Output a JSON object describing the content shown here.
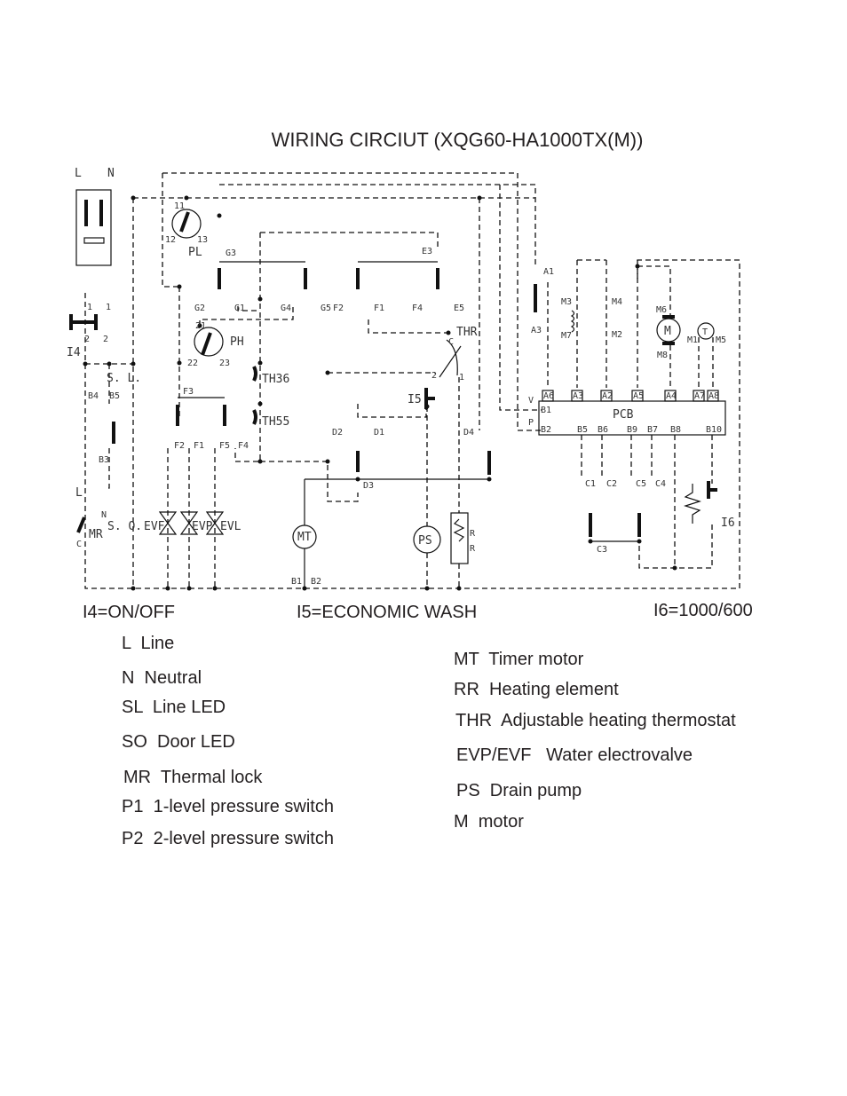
{
  "title": "WIRING CIRCIUT (XQG60-HA1000TX(M))",
  "diagram": {
    "labels": {
      "l_top": "L",
      "n_top": "N",
      "i1": "11",
      "i2": "12",
      "i3": "13",
      "pl": "PL",
      "g3": "G3",
      "e3": "E3",
      "g2": "G2",
      "g1": "G1",
      "g4": "G4",
      "g5": "G5",
      "f2a": "F2",
      "f1a": "F1",
      "f4a": "F4",
      "e5": "E5",
      "p21": "21",
      "p22": "22",
      "p23": "23",
      "ph": "PH",
      "thr": "THR",
      "thr_c": "C",
      "thr_2": "2",
      "thr_1": "1",
      "th36": "TH36",
      "th55": "TH55",
      "sl": "S. L.",
      "i4": "I4",
      "i4_1a": "1",
      "i4_1b": "1",
      "i4_2a": "2",
      "i4_2b": "2",
      "b4": "B4",
      "b5": "B5",
      "b3": "B3",
      "f3": "F3",
      "f2": "F2",
      "f1": "F1",
      "f5": "F5",
      "f4": "F4",
      "d2": "D2",
      "d1": "D1",
      "d4": "D4",
      "d3": "D3",
      "i5": "I5",
      "mr_l": "L",
      "mr_n": "N",
      "mr": "MR",
      "mr_c": "C",
      "so": "S. O.",
      "evf": "EVF",
      "evp": "EVP",
      "evl": "EVL",
      "mt": "MT",
      "ps": "PS",
      "rr_r1": "R",
      "rr_r2": "R",
      "b1": "B1",
      "b2": "B2",
      "a1": "A1",
      "a3": "A3",
      "m3": "M3",
      "m7": "M7",
      "m4": "M4",
      "m2": "M2",
      "m6": "M6",
      "m8": "M8",
      "motor": "M",
      "m1": "M1",
      "tacho": "T",
      "m5": "M5",
      "pcb": "PCB",
      "v": "V",
      "p": "P",
      "pin_a6": "A6",
      "pin_a3": "A3",
      "pin_a2": "A2",
      "pin_a5": "A5",
      "pin_a4": "A4",
      "pin_a7": "A7",
      "pin_a8": "A8",
      "pcb_b1": "B1",
      "pcb_b2": "B2",
      "pcb_b5": "B5",
      "pcb_b6": "B6",
      "pcb_b9": "B9",
      "pcb_b7": "B7",
      "pcb_b8": "B8",
      "pcb_b10": "B10",
      "c1": "C1",
      "c2": "C2",
      "c5": "C5",
      "c4": "C4",
      "c3": "C3",
      "i6": "I6"
    }
  },
  "switch_notes": {
    "i4": "I4=ON/OFF",
    "i5": "I5=ECONOMIC WASH",
    "i6": "I6=1000/600"
  },
  "legend_left": [
    "L  Line",
    "N  Neutral",
    "SL  Line LED",
    "SO  Door LED",
    "MR  Thermal lock",
    "P1  1-level pressure switch",
    "P2  2-level pressure switch"
  ],
  "legend_right": [
    "MT  Timer motor",
    "RR  Heating element",
    "THR  Adjustable heating thermostat",
    "EVP/EVF   Water electrovalve",
    "PS  Drain pump",
    "M  motor"
  ]
}
